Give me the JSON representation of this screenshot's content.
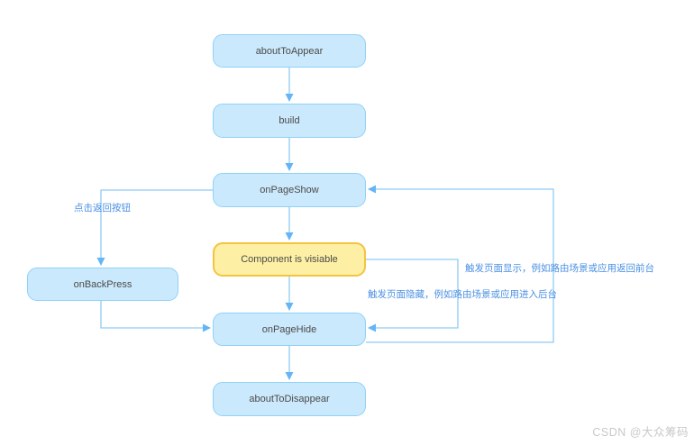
{
  "diagram": {
    "title_hint": "ArkUI page lifecycle flowchart",
    "nodes": [
      {
        "id": "aboutToAppear",
        "label": "aboutToAppear",
        "style": "blue"
      },
      {
        "id": "build",
        "label": "build",
        "style": "blue"
      },
      {
        "id": "onPageShow",
        "label": "onPageShow",
        "style": "blue"
      },
      {
        "id": "componentVisible",
        "label": "Component is visiable",
        "style": "yellow-highlight"
      },
      {
        "id": "onBackPress",
        "label": "onBackPress",
        "style": "blue"
      },
      {
        "id": "onPageHide",
        "label": "onPageHide",
        "style": "blue"
      },
      {
        "id": "aboutToDisappear",
        "label": "aboutToDisappear",
        "style": "blue"
      }
    ],
    "edges": [
      {
        "from": "aboutToAppear",
        "to": "build"
      },
      {
        "from": "build",
        "to": "onPageShow"
      },
      {
        "from": "onPageShow",
        "to": "componentVisible"
      },
      {
        "from": "componentVisible",
        "to": "onPageHide"
      },
      {
        "from": "onPageHide",
        "to": "aboutToDisappear"
      },
      {
        "from": "onPageShow",
        "to": "onBackPress",
        "label": "点击返回按钮"
      },
      {
        "from": "onBackPress",
        "to": "onPageHide"
      },
      {
        "from": "componentVisible",
        "to": "onPageHide",
        "label": "触发页面隐藏，例如路由场景或应用进入后台"
      },
      {
        "from": "onPageHide",
        "to": "onPageShow",
        "label": "触发页面显示，例如路由场景或应用返回前台"
      }
    ],
    "annotations": {
      "back_button": "点击返回按钮",
      "page_show": "触发页面显示，例如路由场景或应用返回前台",
      "page_hide": "触发页面隐藏，例如路由场景或应用进入后台"
    },
    "colors": {
      "node_fill": "#cbe9fc",
      "node_border": "#8fd1f8",
      "node_text": "#4a4a4a",
      "highlight_fill": "#fdf0a4",
      "highlight_border": "#f5c342",
      "connector": "#8ecbf5",
      "arrowhead": "#64b5f6",
      "annotation_text": "#4a90e2",
      "watermark_color": "#c9c9c9"
    }
  },
  "watermark": "CSDN @大众筹码"
}
